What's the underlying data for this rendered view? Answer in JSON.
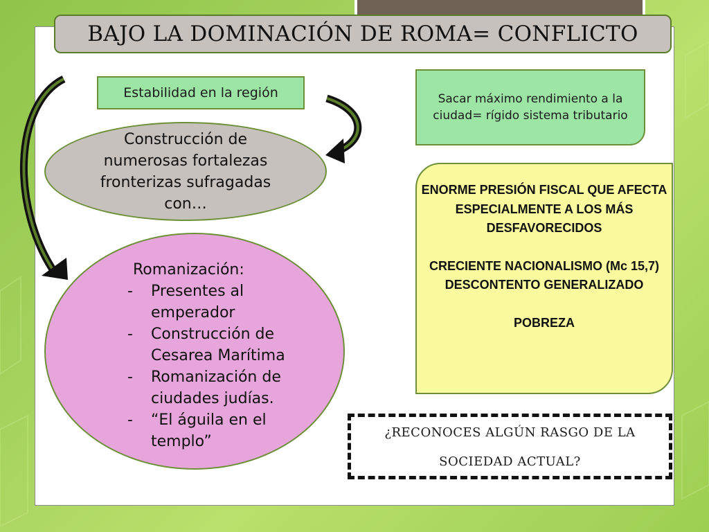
{
  "title": "BAJO LA DOMINACIÓN DE ROMA= CONFLICTO",
  "boxes": {
    "estabilidad": "Estabilidad en la región",
    "sacar": "Sacar máximo rendimiento a la ciudad= rígido sistema tributario",
    "construccion": "Construcción de numerosas fortalezas fronterizas sufragadas con…"
  },
  "romanizacion": {
    "heading": "Romanización:",
    "items": [
      "Presentes al emperador",
      "Construcción de Cesarea Marítima",
      "Romanización de ciudades judías.",
      "“El águila en el templo”"
    ]
  },
  "consecuencias": {
    "line1": "ENORME PRESIÓN FISCAL QUE AFECTA ESPECIALMENTE A LOS MÁS DESFAVORECIDOS",
    "line2": "CRECIENTE NACIONALISMO (Mc 15,7)",
    "line3": "DESCONTENTO GENERALIZADO",
    "line4": "POBREZA"
  },
  "pregunta": {
    "line1": "¿RECONOCES ALGÚN RASGO DE LA",
    "line2": "SOCIEDAD ACTUAL?"
  },
  "colors": {
    "background_green": "#a6d35e",
    "title_fill": "#c7c1bd",
    "green_box": "#9de5a5",
    "pink_ellipse": "#e6a6db",
    "yellow_box": "#fafa9e"
  }
}
